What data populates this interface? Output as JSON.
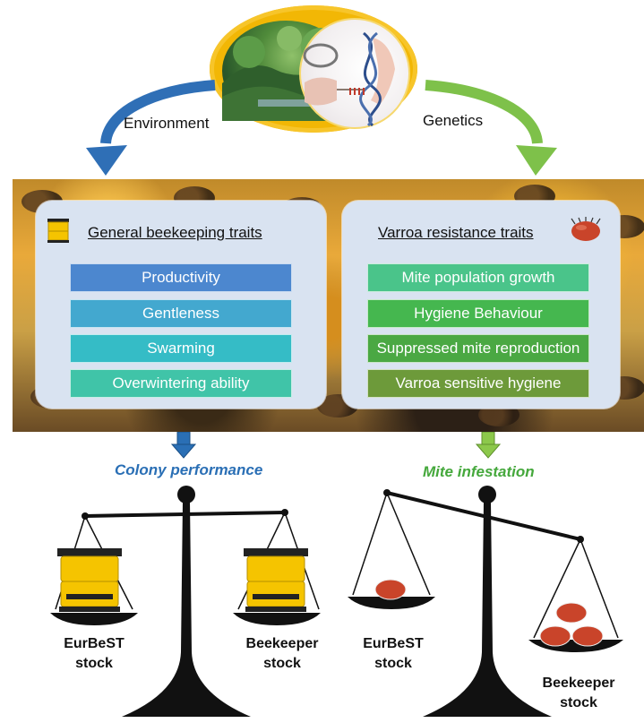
{
  "cycle": {
    "environment_label": "Environment",
    "genetics_label": "Genetics",
    "environment_arrow_color": "#2f6fb6",
    "genetics_arrow_color": "#7ec14a"
  },
  "panels": {
    "beekeeping": {
      "title": "General beekeeping traits",
      "traits": [
        {
          "label": "Productivity",
          "color": "#4c87cf"
        },
        {
          "label": "Gentleness",
          "color": "#43a8cf"
        },
        {
          "label": "Swarming",
          "color": "#35bcc6"
        },
        {
          "label": "Overwintering  ability",
          "color": "#40c4a8"
        }
      ]
    },
    "varroa": {
      "title": "Varroa resistance traits",
      "traits": [
        {
          "label": "Mite population  growth",
          "color": "#4ac48a"
        },
        {
          "label": "Hygiene Behaviour",
          "color": "#45b74f"
        },
        {
          "label": "Suppressed mite reproduction",
          "color": "#4aa843"
        },
        {
          "label": "Varroa sensitive hygiene",
          "color": "#6d9a3a"
        }
      ]
    }
  },
  "results": {
    "colony": {
      "title": "Colony performance",
      "color": "#2a6fb5",
      "left_stock": [
        "EurBeST",
        "stock"
      ],
      "right_stock": [
        "Beekeeper",
        "stock"
      ]
    },
    "mite": {
      "title": "Mite infestation",
      "color": "#45a83c",
      "left_stock": [
        "EurBeST",
        "stock"
      ],
      "right_stock": [
        "Beekeeper",
        "stock"
      ]
    }
  },
  "icons": [
    "hive-icon",
    "mite-icon",
    "forest-image",
    "dna-image",
    "balance-scale-icon"
  ]
}
